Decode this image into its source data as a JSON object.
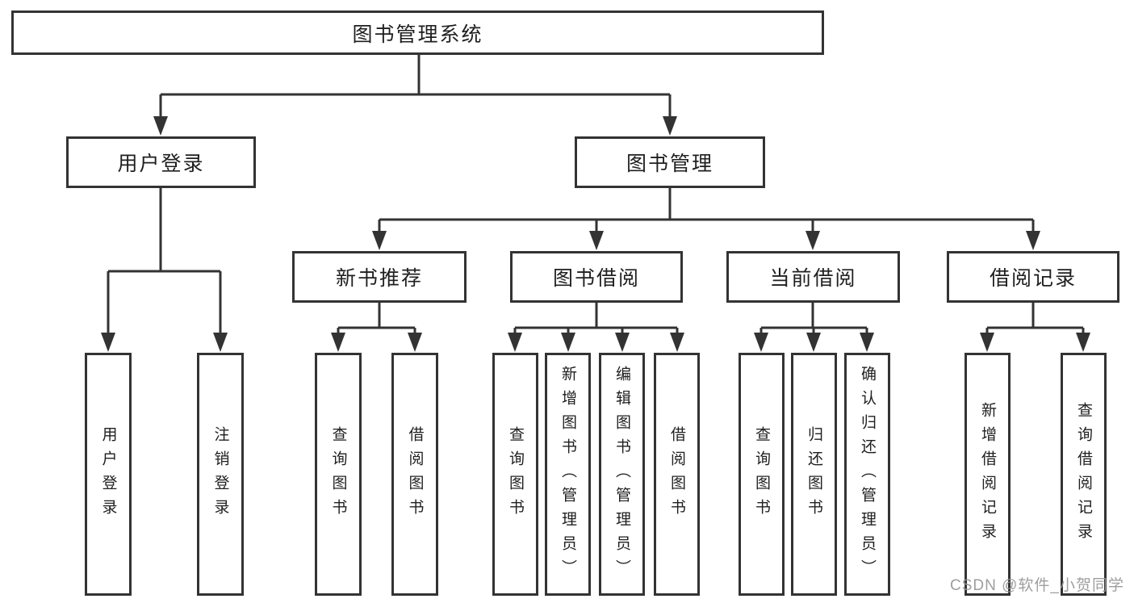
{
  "colors": {
    "background": "#ffffff",
    "line": "#333333",
    "box_border": "#333333",
    "box_fill": "#ffffff",
    "text": "#1f1f1f",
    "watermark": "#969696"
  },
  "tree": {
    "root": {
      "label": "图书管理系统"
    },
    "branches": [
      {
        "label": "用户登录",
        "children": [
          {
            "label": "用户登录"
          },
          {
            "label": "注销登录"
          }
        ]
      },
      {
        "label": "图书管理",
        "children": [
          {
            "label": "新书推荐",
            "children": [
              {
                "label": "查询图书"
              },
              {
                "label": "借阅图书"
              }
            ]
          },
          {
            "label": "图书借阅",
            "children": [
              {
                "label": "查询图书"
              },
              {
                "label": "新增图书（管理员）"
              },
              {
                "label": "编辑图书（管理员）"
              },
              {
                "label": "借阅图书"
              }
            ]
          },
          {
            "label": "当前借阅",
            "children": [
              {
                "label": "查询图书"
              },
              {
                "label": "归还图书"
              },
              {
                "label": "确认归还（管理员）"
              }
            ]
          },
          {
            "label": "借阅记录",
            "children": [
              {
                "label": "新增借阅记录"
              },
              {
                "label": "查询借阅记录"
              }
            ]
          }
        ]
      }
    ]
  },
  "watermark": {
    "text": "CSDN @软件_小贺同学"
  }
}
